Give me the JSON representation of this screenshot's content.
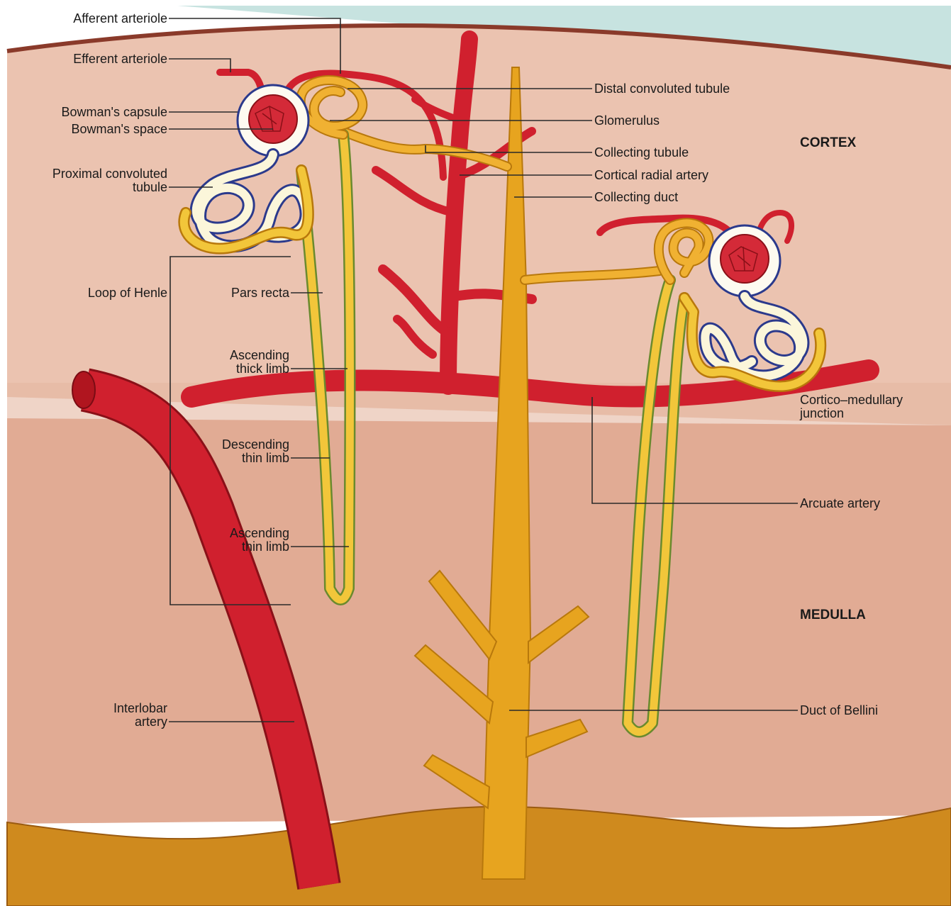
{
  "colors": {
    "cortex": "#ebc3b0",
    "medulla": "#e1ab94",
    "pelvis": "#cf8a1e",
    "sky": "#c7e3e0",
    "capsule_edge": "#8a3a2a",
    "artery": "#d0202e",
    "collecting": "#e7a41f",
    "tubule": "#f2c63a",
    "tubule_border": "#6a8a2e",
    "pct": "#fbf6da"
  },
  "regions": {
    "cortex": "CORTEX",
    "medulla": "MEDULLA"
  },
  "labels": {
    "afferent_arteriole": "Afferent arteriole",
    "efferent_arteriole": "Efferent arteriole",
    "bowmans_capsule": "Bowman's capsule",
    "bowmans_space": "Bowman's space",
    "proximal_line1": "Proximal convoluted",
    "proximal_line2": "tubule",
    "loop_of_henle": "Loop of Henle",
    "pars_recta": "Pars recta",
    "asc_thick_line1": "Ascending",
    "asc_thick_line2": "thick limb",
    "desc_thin_line1": "Descending",
    "desc_thin_line2": "thin limb",
    "asc_thin_line1": "Ascending",
    "asc_thin_line2": "thin limb",
    "interlobar_line1": "Interlobar",
    "interlobar_line2": "artery",
    "distal_convoluted_tubule": "Distal convoluted tubule",
    "glomerulus": "Glomerulus",
    "collecting_tubule": "Collecting tubule",
    "cortical_radial_artery": "Cortical radial artery",
    "collecting_duct": "Collecting duct",
    "corticomedullary_line1": "Cortico–medullary",
    "corticomedullary_line2": "junction",
    "arcuate_artery": "Arcuate artery",
    "duct_of_bellini": "Duct of Bellini"
  }
}
